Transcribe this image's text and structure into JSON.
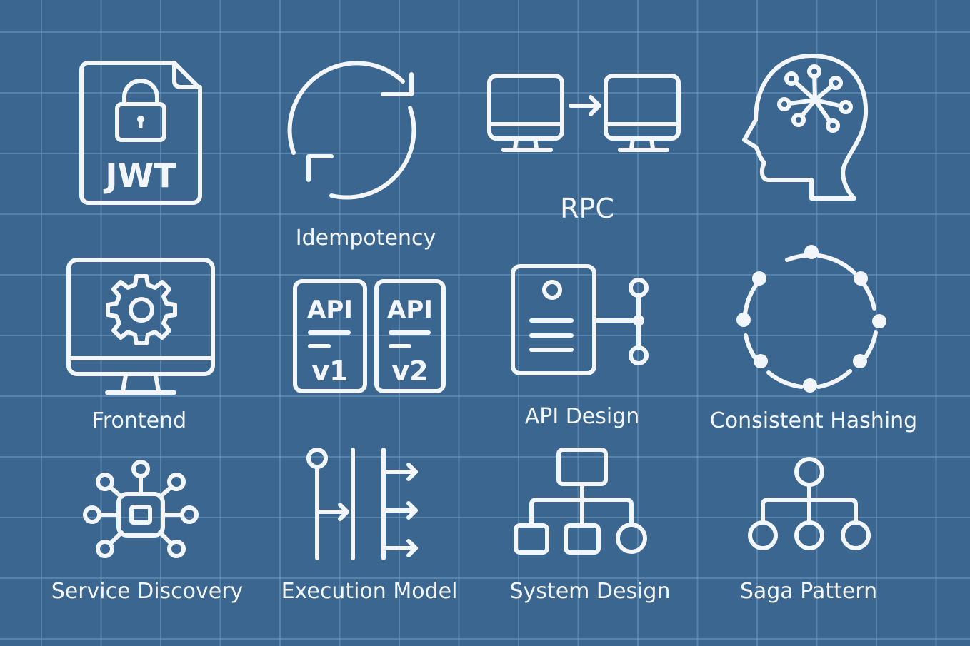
{
  "colors": {
    "background": "#3a6690",
    "foreground": "#f2f6fa",
    "grid": "#5f8fba"
  },
  "tiles": [
    {
      "id": "jwt",
      "icon": "jwt-document-lock-icon",
      "label": "",
      "icon_text": "JWT"
    },
    {
      "id": "idempotency",
      "icon": "refresh-cycle-icon",
      "label": "Idempotency"
    },
    {
      "id": "rpc",
      "icon": "computer-to-computer-icon",
      "label": "RPC"
    },
    {
      "id": "brain",
      "icon": "head-network-icon",
      "label": ""
    },
    {
      "id": "frontend",
      "icon": "monitor-gear-icon",
      "label": "Frontend"
    },
    {
      "id": "api-versions",
      "icon": "api-versions-icon",
      "label": "",
      "icon_text": [
        "API",
        "v1",
        "API",
        "v2"
      ]
    },
    {
      "id": "api-design",
      "icon": "api-document-connector-icon",
      "label": "API Design"
    },
    {
      "id": "consistent-hashing",
      "icon": "hash-ring-icon",
      "label": "Consistent Hashing"
    },
    {
      "id": "service-discovery",
      "icon": "hub-nodes-icon",
      "label": "Service Discovery"
    },
    {
      "id": "execution-model",
      "icon": "execution-flow-icon",
      "label": "Execution Model"
    },
    {
      "id": "system-design",
      "icon": "hierarchy-icon",
      "label": "System Design"
    },
    {
      "id": "saga-pattern",
      "icon": "tree-circles-icon",
      "label": "Saga Pattern"
    }
  ]
}
